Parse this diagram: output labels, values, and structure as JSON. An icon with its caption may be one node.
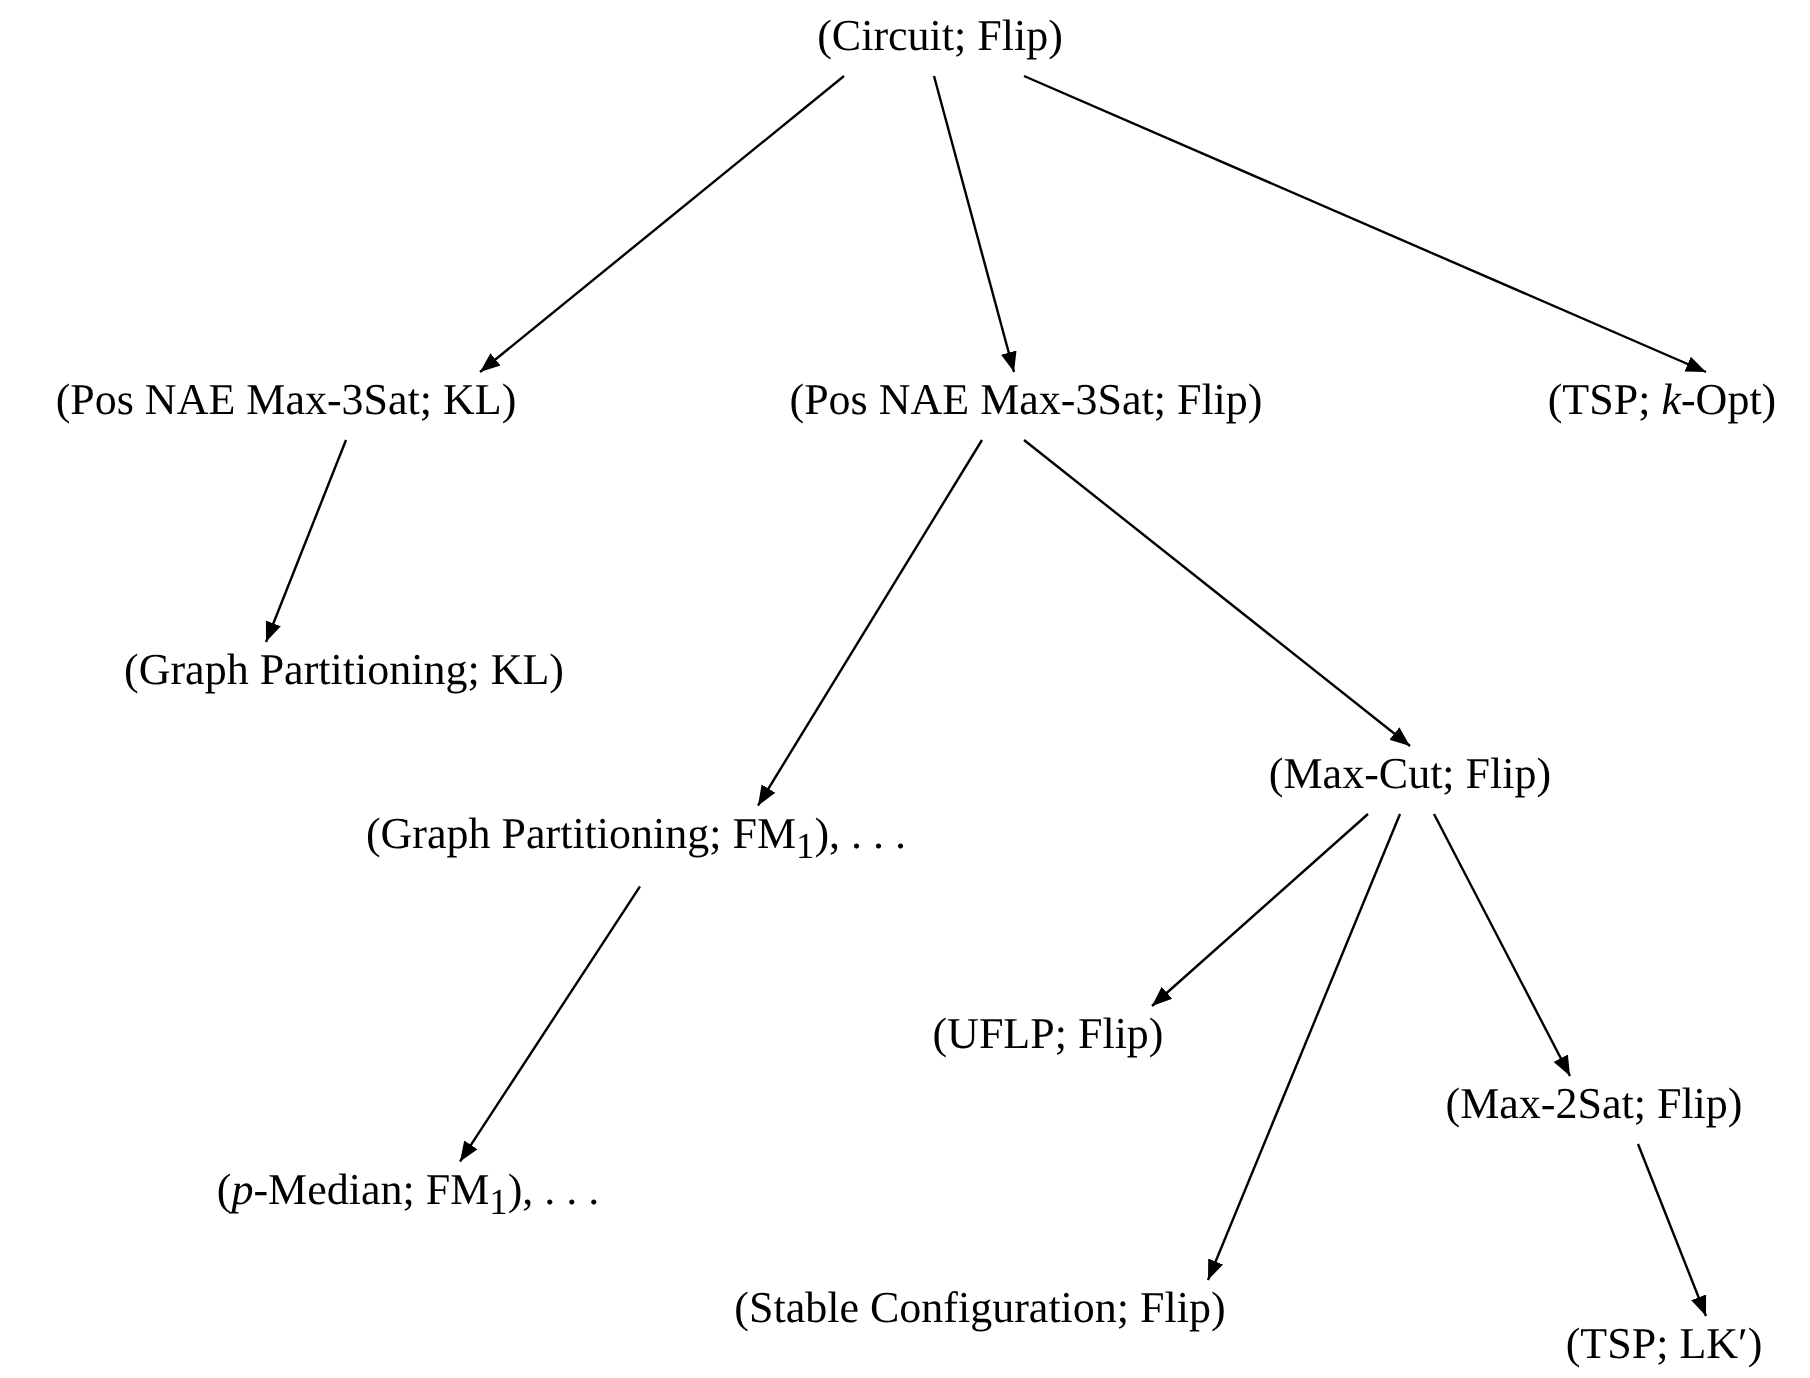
{
  "diagram": {
    "nodes": [
      {
        "text": [
          "(Circuit; Flip)"
        ]
      },
      {
        "text": [
          "(Pos NAE Max-3Sat; KL)"
        ]
      },
      {
        "text": [
          "(Pos NAE Max-3Sat; Flip)"
        ]
      },
      {
        "text": [
          "(TSP; *k*-Opt)"
        ]
      },
      {
        "text": [
          "(Graph Partitioning; KL)"
        ]
      },
      {
        "text": [
          "(Graph Partitioning; FM$_{1}$), . . ."
        ]
      },
      {
        "text": [
          "(Max-Cut; Flip)"
        ]
      },
      {
        "text": [
          "(UFLP; Flip)"
        ]
      },
      {
        "text": [
          "(Max-2Sat; Flip)"
        ]
      },
      {
        "text": [
          "(*p*-Median; FM$_{1}$), . . ."
        ]
      },
      {
        "text": [
          "(Stable Configuration; Flip)"
        ]
      },
      {
        "text": [
          "(TSP; LK′)"
        ]
      }
    ],
    "edges": [
      {
        "from": 0,
        "to": 1,
        "arrow": "to"
      },
      {
        "from": 0,
        "to": 2,
        "arrow": "to"
      },
      {
        "from": 0,
        "to": 3,
        "arrow": "to"
      },
      {
        "from": 1,
        "to": 4,
        "arrow": "to"
      },
      {
        "from": 2,
        "to": 5,
        "arrow": "to"
      },
      {
        "from": 2,
        "to": 6,
        "arrow": "to"
      },
      {
        "from": 6,
        "to": 7,
        "arrow": "to"
      },
      {
        "from": 6,
        "to": 10,
        "arrow": "to"
      },
      {
        "from": 6,
        "to": 8,
        "arrow": "to"
      },
      {
        "from": 5,
        "to": 9,
        "arrow": "to"
      },
      {
        "from": 8,
        "to": 11,
        "arrow": "to"
      }
    ]
  }
}
